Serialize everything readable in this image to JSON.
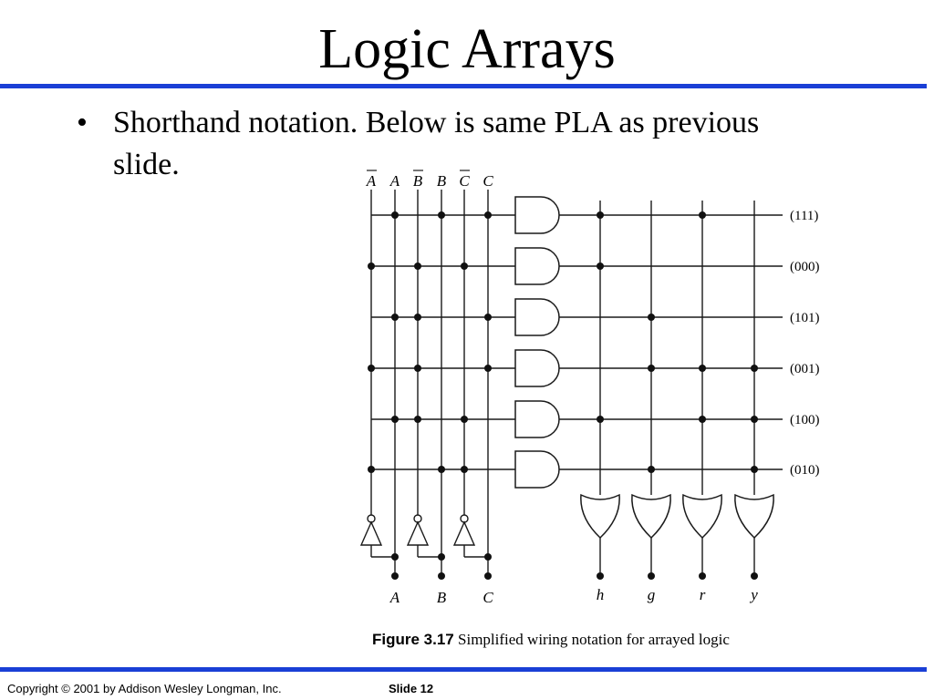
{
  "slide": {
    "title": "Logic Arrays",
    "bullet": "Shorthand notation.  Below is same PLA as previous slide.",
    "bullet_symbol": "•",
    "accent_color": "#1a3fd6"
  },
  "figure": {
    "caption_number": "Figure 3.17",
    "caption_text": "Simplified wiring notation for arrayed logic",
    "top_input_labels": [
      "A",
      "A",
      "B",
      "B",
      "C",
      "C"
    ],
    "top_input_complemented": [
      true,
      false,
      true,
      false,
      true,
      false
    ],
    "bottom_input_labels": [
      "A",
      "B",
      "C"
    ],
    "output_labels": [
      "h",
      "g",
      "r",
      "y"
    ],
    "product_terms": [
      "(111)",
      "(000)",
      "(101)",
      "(001)",
      "(100)",
      "(010)"
    ],
    "and_connections": [
      [
        1,
        3,
        5
      ],
      [
        0,
        2,
        4
      ],
      [
        1,
        2,
        5
      ],
      [
        0,
        2,
        5
      ],
      [
        1,
        2,
        4
      ],
      [
        0,
        3,
        4
      ]
    ],
    "or_connections": [
      [
        0,
        2
      ],
      [
        0
      ],
      [
        1
      ],
      [
        1,
        2,
        3
      ],
      [
        0,
        2,
        3
      ],
      [
        1,
        3
      ]
    ]
  },
  "footer": {
    "copyright": "Copyright © 2001 by Addison Wesley Longman, Inc.",
    "slide_number": "Slide 12"
  }
}
